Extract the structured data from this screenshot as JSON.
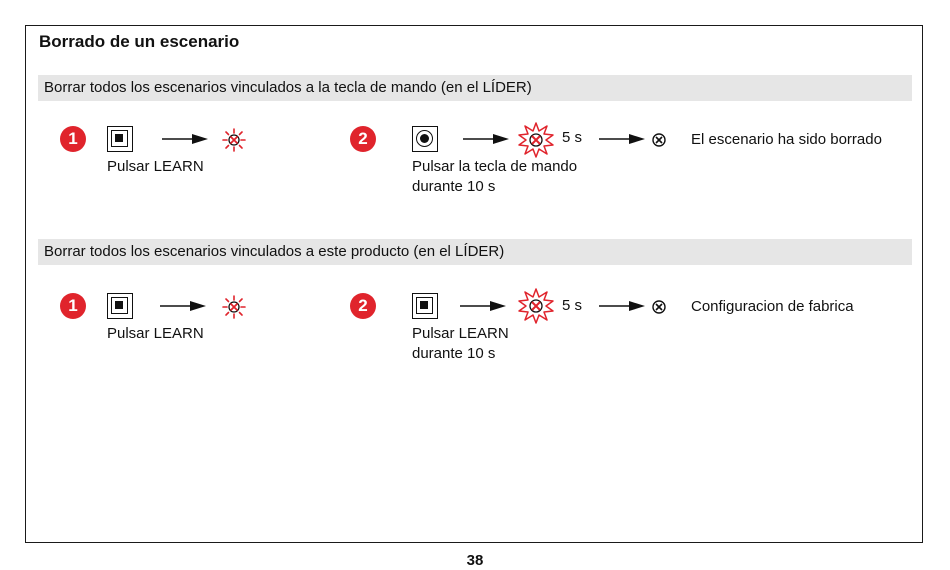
{
  "page": {
    "title": "Borrado de un escenario",
    "page_number": "38"
  },
  "sections": [
    {
      "header": "Borrar todos los escenarios vinculados a la tecla de mando (en el LÍDER)",
      "step1": {
        "number": "1",
        "label": "Pulsar LEARN"
      },
      "step2": {
        "number": "2",
        "label_line1": "Pulsar la tecla de mando",
        "label_line2": "durante 10 s",
        "duration": "5 s"
      },
      "result": "El escenario ha sido borrado"
    },
    {
      "header": "Borrar todos los escenarios vinculados a este producto (en el LÍDER)",
      "step1": {
        "number": "1",
        "label": "Pulsar LEARN"
      },
      "step2": {
        "number": "2",
        "label_line1": "Pulsar LEARN",
        "label_line2": "durante 10 s",
        "duration": "5 s"
      },
      "result": "Configuracion de fabrica"
    }
  ],
  "colors": {
    "accent": "#e0242c",
    "band": "#e6e6e6",
    "ink": "#111111"
  },
  "icons": [
    "learn-button-icon",
    "control-key-icon",
    "arrow-right-icon",
    "led-blink-icon",
    "led-fast-blink-icon",
    "led-off-icon"
  ]
}
